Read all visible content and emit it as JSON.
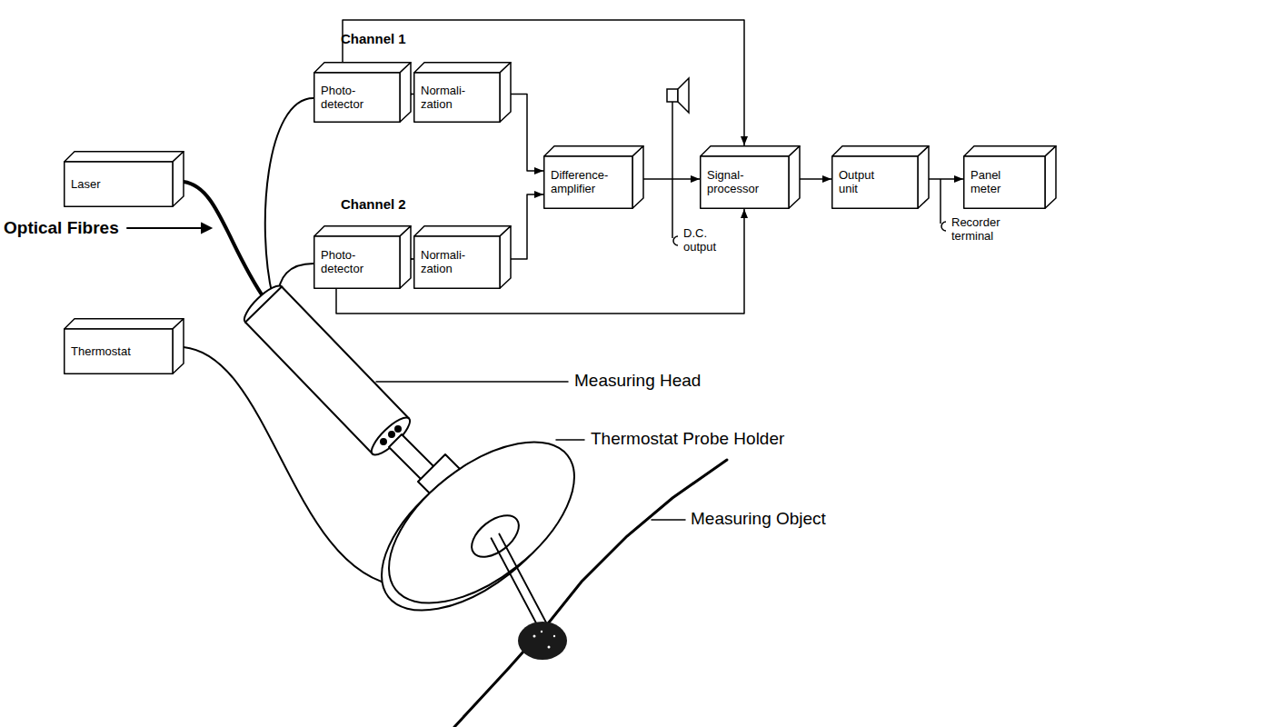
{
  "diagram": {
    "nodes": [
      {
        "text": [
          "Laser"
        ]
      },
      {
        "text": [
          "Photo- detector"
        ]
      },
      {
        "text": [
          "Normali- zation"
        ]
      },
      {
        "text": [
          "Photo- detector"
        ]
      },
      {
        "text": [
          "Normali- zation"
        ]
      },
      {
        "text": [
          "Difference- amplifier"
        ]
      },
      {
        "text": [
          "Signal- processor"
        ]
      },
      {
        "text": [
          "Output unit"
        ]
      },
      {
        "text": [
          "Panel meter"
        ]
      },
      {
        "text": [
          "Thermostat"
        ]
      }
    ],
    "edges": [
      {
        "from": 1,
        "to": 2,
        "arrow": "to"
      },
      {
        "from": 3,
        "to": 4,
        "arrow": "to"
      },
      {
        "from": 2,
        "to": 5,
        "arrow": "to"
      },
      {
        "from": 4,
        "to": 5,
        "arrow": "to"
      },
      {
        "from": 5,
        "to": 6,
        "arrow": "to"
      },
      {
        "from": 1,
        "to": 6,
        "arrow": "to"
      },
      {
        "from": 3,
        "to": 6,
        "arrow": "to"
      },
      {
        "from": 6,
        "to": 7,
        "arrow": "to"
      },
      {
        "from": 7,
        "to": 8,
        "arrow": "to"
      }
    ],
    "labels": [
      "Channel 1",
      "Channel 2",
      "Optical Fibres",
      "Measuring Head",
      "Thermostat Probe Holder",
      "Measuring Object",
      "D.C. output",
      "Recorder terminal"
    ]
  }
}
